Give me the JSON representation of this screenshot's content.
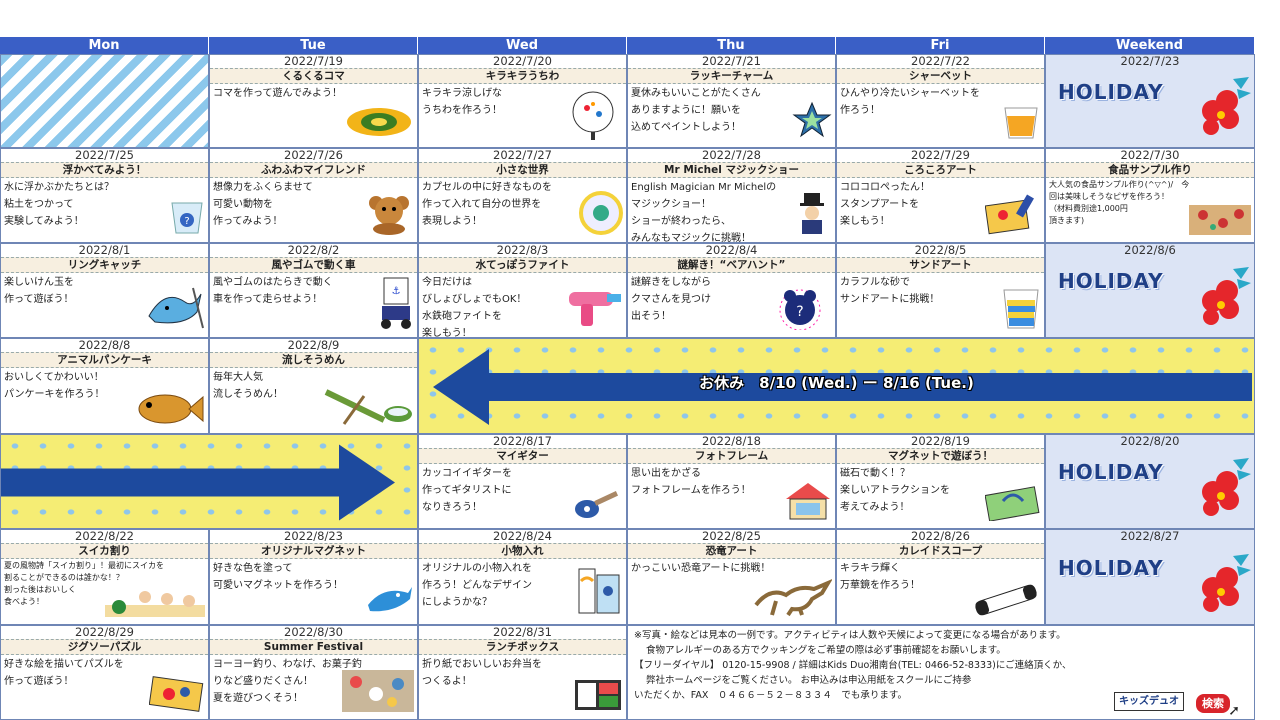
{
  "headers": [
    "Mon",
    "Tue",
    "Wed",
    "Thu",
    "Fri",
    "Weekend"
  ],
  "holiday_label": "HOLIDAY",
  "weeks": [
    {
      "days": [
        {
          "blank": true
        },
        {
          "date": "2022/7/19",
          "title": "くるくるコマ",
          "lines": [
            "コマを作って遊んでみよう！"
          ],
          "icon": "flower-top-icon"
        },
        {
          "date": "2022/7/20",
          "title": "キラキラうちわ",
          "lines": [
            "キラキラ涼しげな",
            "うちわを作ろう！"
          ],
          "icon": "fan-icon"
        },
        {
          "date": "2022/7/21",
          "title": "ラッキーチャーム",
          "lines": [
            "夏休みもいいことがたくさん",
            "ありますように！願いを",
            "込めてペイントしよう！"
          ],
          "icon": "star-charm-icon"
        },
        {
          "date": "2022/7/22",
          "title": "シャーベット",
          "lines": [
            "ひんやり冷たいシャーベットを",
            "作ろう！"
          ],
          "icon": "sherbet-cup-icon"
        },
        {
          "date": "2022/7/23",
          "holiday": true
        }
      ]
    },
    {
      "days": [
        {
          "date": "2022/7/25",
          "title": "浮かべてみよう！",
          "lines": [
            "水に浮かぶかたちとは？",
            "粘土をつかって",
            "実験してみよう！"
          ],
          "icon": "water-cup-icon"
        },
        {
          "date": "2022/7/26",
          "title": "ふわふわマイフレンド",
          "lines": [
            "想像力をふくらませて",
            "可愛い動物を",
            "作ってみよう！"
          ],
          "icon": "teddy-bear-icon"
        },
        {
          "date": "2022/7/27",
          "title": "小さな世界",
          "lines": [
            "カプセルの中に好きなものを",
            "作って入れて自分の世界を",
            "表現しよう！"
          ],
          "icon": "capsule-icon"
        },
        {
          "date": "2022/7/28",
          "title": "Mr Michel マジックショー",
          "lines": [
            "English Magician Mr Michelの",
            "マジックショー！",
            "ショーが終わったら、",
            "みんなもマジックに挑戦！"
          ],
          "icon": "magician-icon"
        },
        {
          "date": "2022/7/29",
          "title": "ころころアート",
          "lines": [
            "コロコロぺったん！",
            "スタンプアートを",
            "楽しもう！"
          ],
          "icon": "roller-icon"
        },
        {
          "date": "2022/7/30",
          "title": "食品サンプル作り",
          "small": true,
          "lines": [
            "大人気の食品サンプル作り(^▽^)/　今",
            "回は美味しそうなピザを作ろう！",
            "（材料費別途1,000円",
            "頂きます)"
          ],
          "icon": "pizza-icon"
        }
      ]
    },
    {
      "days": [
        {
          "date": "2022/8/1",
          "title": "リングキャッチ",
          "lines": [
            "楽しいけん玉を",
            "作って遊ぼう！"
          ],
          "icon": "shark-icon"
        },
        {
          "date": "2022/8/2",
          "title": "風やゴムで動く車",
          "lines": [
            "風やゴムのはたらきで動く",
            "車を作って走らせよう！"
          ],
          "icon": "car-icon"
        },
        {
          "date": "2022/8/3",
          "title": "水てっぽうファイト",
          "lines": [
            "今日だけは",
            "びしょびしょでもOK！",
            "水鉄砲ファイトを",
            "楽しもう！"
          ],
          "icon": "water-gun-icon"
        },
        {
          "date": "2022/8/4",
          "title": "謎解き！“ベアハント”",
          "lines": [
            "謎解きをしながら",
            "クマさんを見つけ",
            "出そう！"
          ],
          "icon": "mystery-bear-icon"
        },
        {
          "date": "2022/8/5",
          "title": "サンドアート",
          "lines": [
            "カラフルな砂で",
            "サンドアートに挑戦！"
          ],
          "icon": "sand-cup-icon"
        },
        {
          "date": "2022/8/6",
          "holiday": true
        }
      ]
    },
    {
      "days": [
        {
          "date": "2022/8/8",
          "title": "アニマルパンケーキ",
          "lines": [
            "おいしくてかわいい！",
            "パンケーキを作ろう！"
          ],
          "icon": "fish-pancake-icon"
        },
        {
          "date": "2022/8/9",
          "title": "流しそうめん",
          "lines": [
            "毎年大人気",
            "流しそうめん！"
          ],
          "icon": "somen-icon"
        }
      ],
      "break_label": "お休み　8/10 (Wed.) ー 8/16 (Tue.)"
    },
    {
      "days": [
        {
          "date": "2022/8/17",
          "title": "マイギター",
          "lines": [
            "カッコイイギターを",
            "作ってギタリストに",
            "なりきろう！"
          ],
          "icon": "guitar-icon"
        },
        {
          "date": "2022/8/18",
          "title": "フォトフレーム",
          "lines": [
            "思い出をかざる",
            "フォトフレームを作ろう！"
          ],
          "icon": "photo-frame-icon"
        },
        {
          "date": "2022/8/19",
          "title": "マグネットで遊ぼう！",
          "lines": [
            "磁石で動く！？",
            "楽しいアトラクションを",
            "考えてみよう！"
          ],
          "icon": "magnet-board-icon"
        },
        {
          "date": "2022/8/20",
          "holiday": true
        }
      ]
    },
    {
      "days": [
        {
          "date": "2022/8/22",
          "title": "スイカ割り",
          "small": true,
          "lines": [
            "夏の風物詩「スイカ割り」！最初にスイカを",
            "割ることができるのは誰かな！？",
            "割った後はおいしく",
            "食べよう！"
          ],
          "icon": "watermelon-icon"
        },
        {
          "date": "2022/8/23",
          "title": "オリジナルマグネット",
          "lines": [
            "好きな色を塗って",
            "可愛いマグネットを作ろう！"
          ],
          "icon": "dolphin-icon"
        },
        {
          "date": "2022/8/24",
          "title": "小物入れ",
          "lines": [
            "オリジナルの小物入れを",
            "作ろう！どんなデザイン",
            "にしようかな？"
          ],
          "icon": "container-icon"
        },
        {
          "date": "2022/8/25",
          "title": "恐竜アート",
          "lines": [
            "かっこいい恐竜アートに挑戦！"
          ],
          "icon": "dinosaur-icon"
        },
        {
          "date": "2022/8/26",
          "title": "カレイドスコープ",
          "lines": [
            "キラキラ輝く",
            "万華鏡を作ろう！"
          ],
          "icon": "kaleidoscope-icon"
        },
        {
          "date": "2022/8/27",
          "holiday": true
        }
      ]
    },
    {
      "days": [
        {
          "date": "2022/8/29",
          "title": "ジグソーパズル",
          "lines": [
            "好きな絵を描いてパズルを",
            "作って遊ぼう！"
          ],
          "icon": "puzzle-icon"
        },
        {
          "date": "2022/8/30",
          "title": "Summer Festival",
          "lines": [
            "ヨーヨー釣り、わなげ、お菓子釣",
            "りなど盛りだくさん！",
            "夏を遊びつくそう！"
          ],
          "icon": "festival-photo-icon"
        },
        {
          "date": "2022/8/31",
          "title": "ランチボックス",
          "lines": [
            "折り紙でおいしいお弁当を",
            "つくるよ！"
          ],
          "icon": "lunchbox-icon"
        }
      ]
    }
  ],
  "notice": {
    "lines": [
      "※写真・絵などは見本の一例です。アクティビティは人数や天候によって変更になる場合があります。",
      "食物アレルギーのある方でクッキングをご希望の際は必ず事前確認をお願いします。",
      "【フリーダイヤル】 0120-15-9908 / 詳細はKids Duo湘南台(TEL: 0466-52-8333)にご連絡頂くか、",
      "弊社ホームページをご覧ください。 お申込みは申込用紙をスクールにご持参",
      "いただくか、FAX　０４６６－５２－８３３４　でも承ります。"
    ],
    "brand": "キッズデュオ",
    "search": "検索"
  }
}
